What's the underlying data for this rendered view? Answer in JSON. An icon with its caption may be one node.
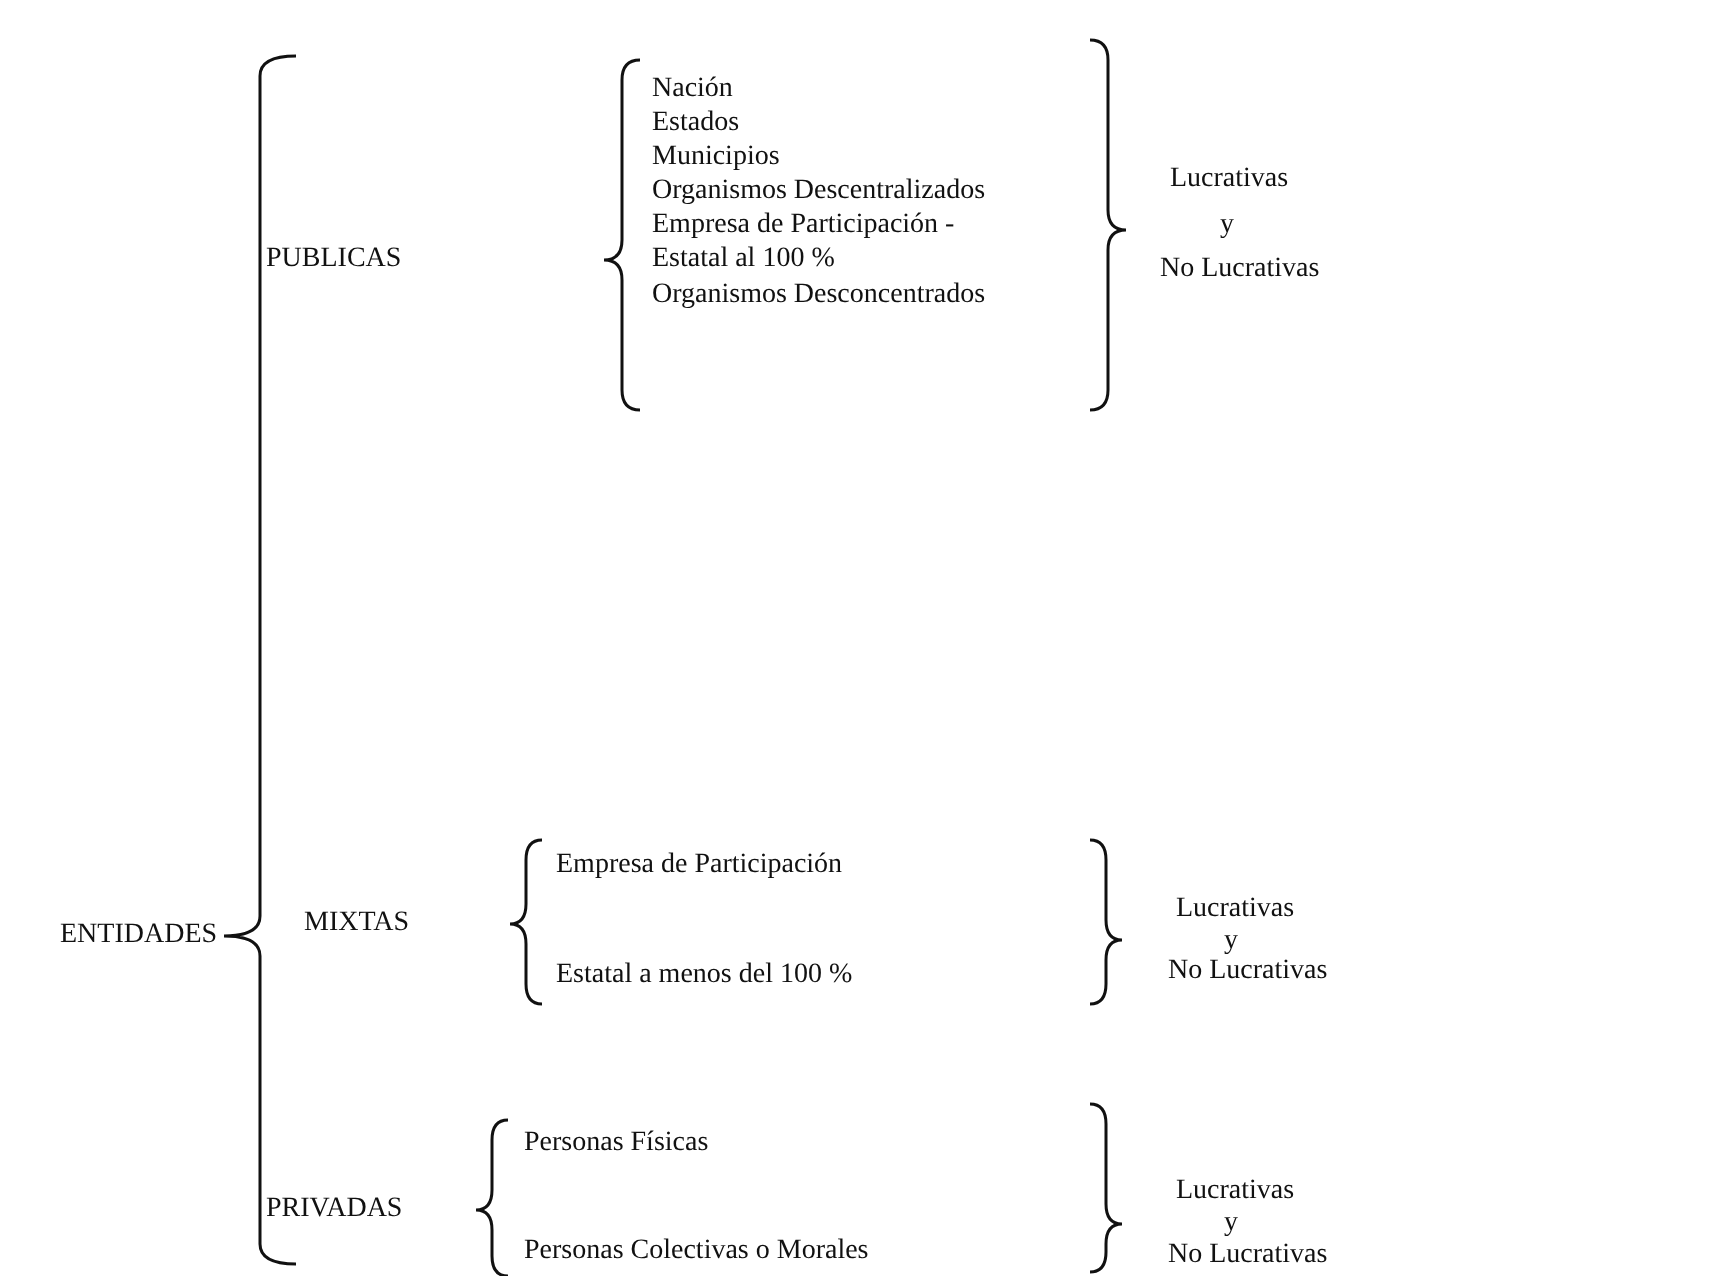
{
  "diagram": {
    "labels": [
      "PUBLICAS",
      "Nación",
      "Estados",
      "Municipios",
      "Organismos Descentralizados",
      "Empresa de Participación -",
      "Estatal al 100 %",
      "Organismos Desconcentrados",
      "Lucrativas",
      "y",
      "No Lucrativas",
      "ENTIDADES",
      "MIXTAS",
      "Empresa de Participación",
      "Estatal a menos del 100 %",
      "Lucrativas",
      "y",
      "No Lucrativas",
      "PRIVADAS",
      "Personas Físicas",
      "Personas Colectivas o Morales",
      "Lucrativas",
      "y",
      "No Lucrativas"
    ]
  }
}
